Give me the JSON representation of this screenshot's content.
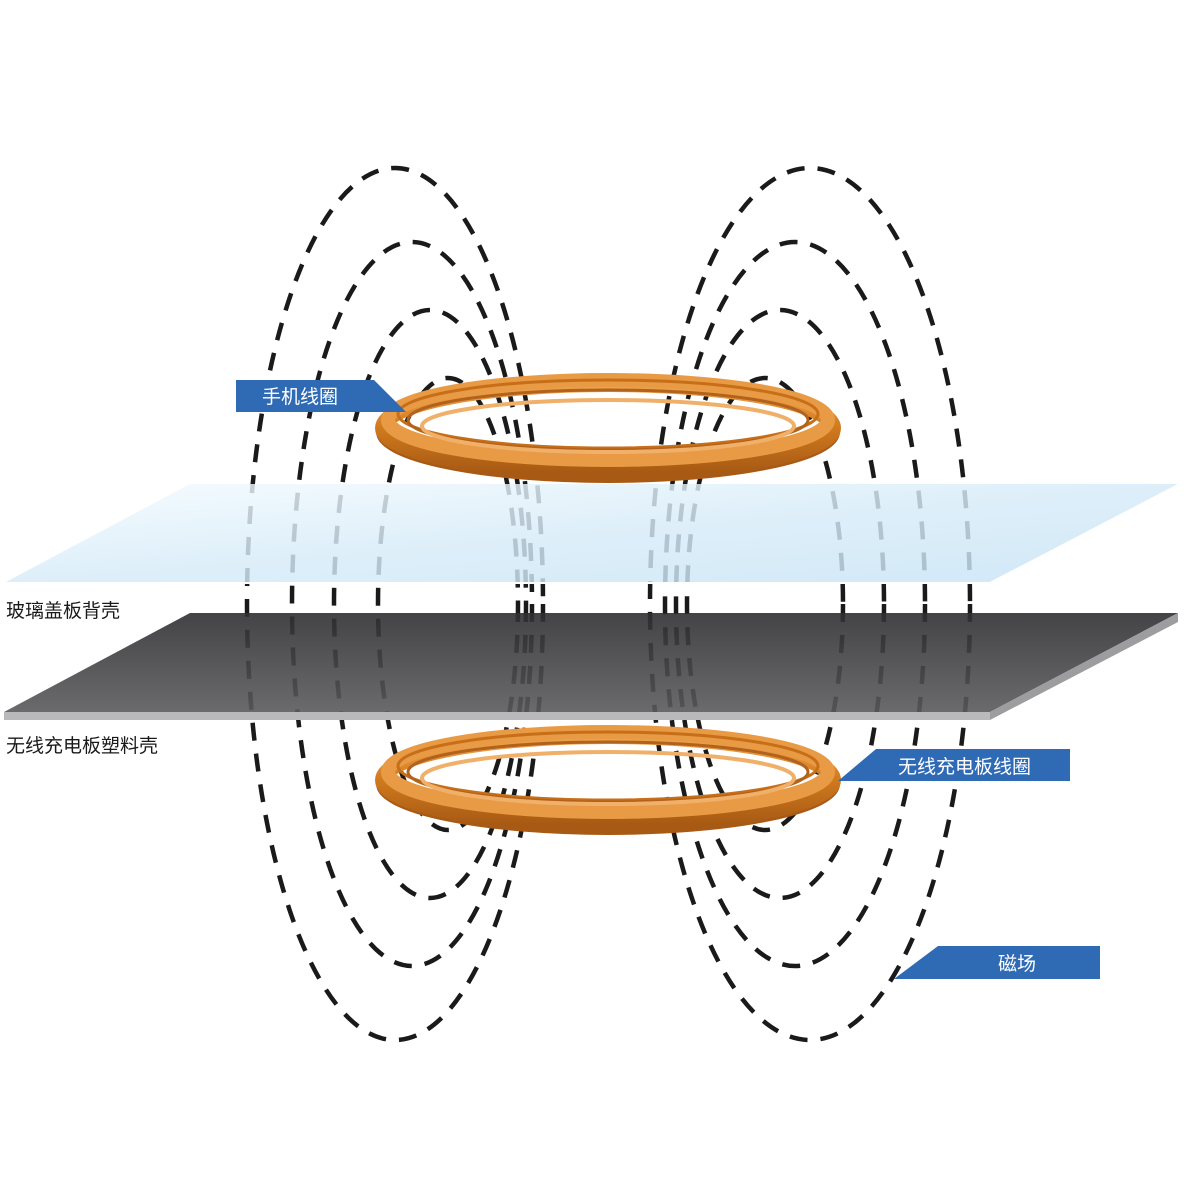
{
  "labels": {
    "phone_coil": "手机线圈",
    "glass_cover": "玻璃盖板背壳",
    "charger_shell": "无线充电板塑料壳",
    "charger_coil": "无线充电板线圈",
    "magnetic_field": "磁场"
  },
  "colors": {
    "tag_blue": "#2f6ab5",
    "coil_copper": "#d07a1e",
    "coil_dark": "#9a5210",
    "plastic_shell": "#3f3f41",
    "glass_top": "#dceefa",
    "field_lines": "#1a1a1a"
  }
}
